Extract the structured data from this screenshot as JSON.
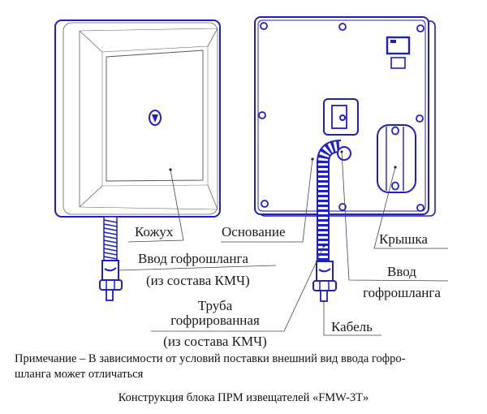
{
  "figure": {
    "caption": "Конструкция блока ПРМ извещателей «FMW-3T»",
    "note": "Примечание – В зависимости от условий поставки внешний вид ввода гофро-шланга может отличаться",
    "note_line1": "Примечание – В зависимости от условий поставки внешний вид ввода гофро-",
    "note_line2": "шланга может отличаться"
  },
  "labels": {
    "housing": "Кожух",
    "base": "Основание",
    "hose_inlet_left_1": "Ввод гофрошланга",
    "hose_inlet_left_2": "(из состава КМЧ)",
    "tube_1": "Труба",
    "tube_2": "гофрированная",
    "tube_3": "(из состава КМЧ)",
    "cover": "Крышка",
    "hose_inlet_right_1": "Ввод",
    "hose_inlet_right_2": "гофрошланга",
    "cable": "Кабель"
  },
  "colors": {
    "outline_blue": "#1f1fc8",
    "line_gray": "#555555",
    "text": "#1a1a1a"
  }
}
